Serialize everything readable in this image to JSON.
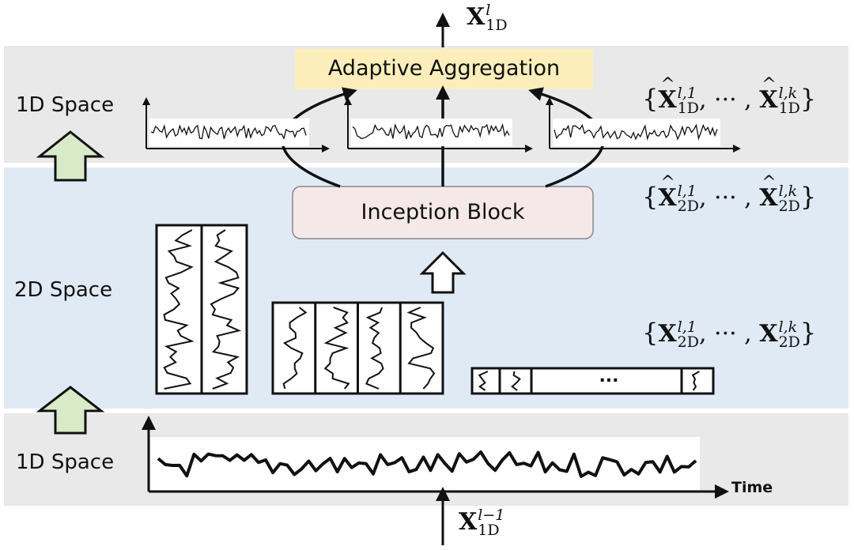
{
  "labels": {
    "top_space": "1D Space",
    "middle_space": "2D Space",
    "bottom_space": "1D Space",
    "aggregation": "Adaptive Aggregation",
    "inception": "Inception Block",
    "ellipsis": "...",
    "time_axis": "Time"
  },
  "math": {
    "output": {
      "base": "X",
      "sup": "l",
      "sub": "1D"
    },
    "input": {
      "base": "X",
      "sup": "l−1",
      "sub": "1D"
    },
    "set_1d_hat": {
      "open": "{",
      "first_sup": "l,1",
      "first_sub": "1D",
      "dots": ", ··· ,",
      "last_sup": "l,k",
      "last_sub": "1D",
      "close": "}",
      "hat": "^",
      "base": "X"
    },
    "set_2d_hat": {
      "open": "{",
      "first_sup": "l,1",
      "first_sub": "2D",
      "dots": ", ··· ,",
      "last_sup": "l,k",
      "last_sub": "2D",
      "close": "}",
      "hat": "^",
      "base": "X"
    },
    "set_2d": {
      "open": "{",
      "first_sup": "l,1",
      "first_sub": "2D",
      "dots": ", ··· ,",
      "last_sup": "l,k",
      "last_sub": "2D",
      "close": "}",
      "base": "X"
    }
  },
  "colors": {
    "band_1d": "#e9e9e9",
    "band_2d": "#dfeaf5",
    "aggregation_fill": "#fbeebb",
    "inception_fill": "#f5e8e8",
    "green_arrow": "#d9eac8"
  }
}
